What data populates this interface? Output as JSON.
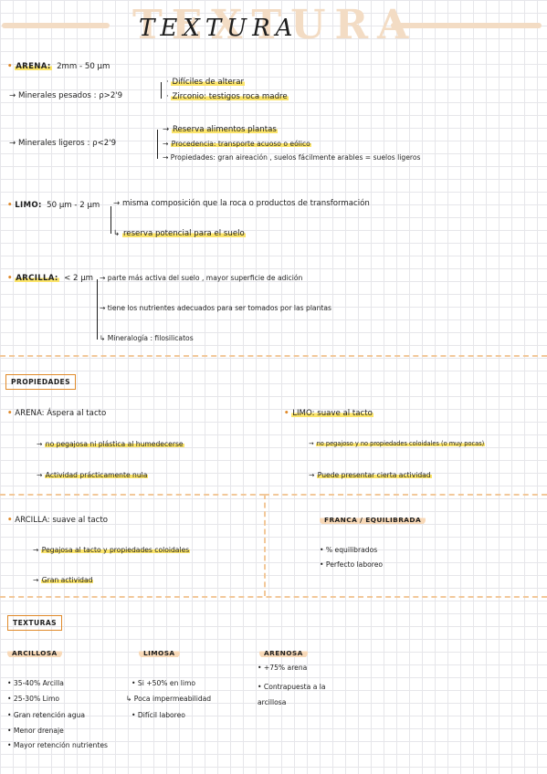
{
  "title": "TEXTURA",
  "arena": {
    "label": "ARENA:",
    "size": "2mm - 50 µm",
    "pesados_label": "Minerales pesados : ρ>2'9",
    "pesados_items": [
      "Difíciles de alterar",
      "Zirconio: testigos roca madre"
    ],
    "ligeros_label": "Minerales ligeros : ρ<2'9",
    "ligeros_items": [
      "Reserva alimentos plantas",
      "Procedencia: transporte acuoso o eólico",
      "Propiedades: gran aireación , suelos fácilmente arables = suelos ligeros"
    ]
  },
  "limo": {
    "label": "LIMO:",
    "size": "50 µm - 2 µm",
    "items": [
      "misma composición que la roca o productos de transformación",
      "reserva potencial para el suelo"
    ]
  },
  "arcilla": {
    "label": "ARCILLA:",
    "size": "< 2 µm",
    "items": [
      "parte más activa del suelo , mayor superficie de adición",
      "tiene los nutrientes adecuados para ser tomados por las plantas",
      "Mineralogía : filosilicatos"
    ]
  },
  "propiedades": {
    "heading": "PROPIEDADES",
    "arena_line": "ARENA: Áspera al tacto",
    "arena_items": [
      "no pegajosa ni plástica al humedecerse",
      "Actividad prácticamente nula"
    ],
    "limo_line": "LIMO: suave al tacto",
    "limo_items": [
      "no pegajoso y no propiedades coloidales (o muy pocas)",
      "Puede presentar cierta actividad"
    ],
    "arcilla_line": "ARCILLA: suave al tacto",
    "arcilla_items": [
      "Pegajosa al tacto y propiedades coloidales",
      "Gran actividad"
    ],
    "franca_heading": "FRANCA / EQUILIBRADA",
    "franca_items": [
      "% equilibrados",
      "Perfecto laboreo"
    ]
  },
  "texturas": {
    "heading": "TEXTURAS",
    "arcillosa": {
      "heading": "ARCILLOSA",
      "items": [
        "35-40% Arcilla",
        "25-30% Limo",
        "Gran retención agua",
        "Menor drenaje",
        "Mayor retención nutrientes"
      ]
    },
    "limosa": {
      "heading": "LIMOSA",
      "items": [
        "Si +50% en limo",
        "Poca impermeabilidad",
        "Difícil laboreo"
      ]
    },
    "arenosa": {
      "heading": "ARENOSA",
      "items": [
        "+75% arena",
        "Contrapuesta a la arcillosa"
      ]
    }
  },
  "colors": {
    "highlight": "#fbe46a",
    "accent": "#e08a2a",
    "title_bg": "#f3dcc4",
    "dash": "#f2c89a"
  }
}
